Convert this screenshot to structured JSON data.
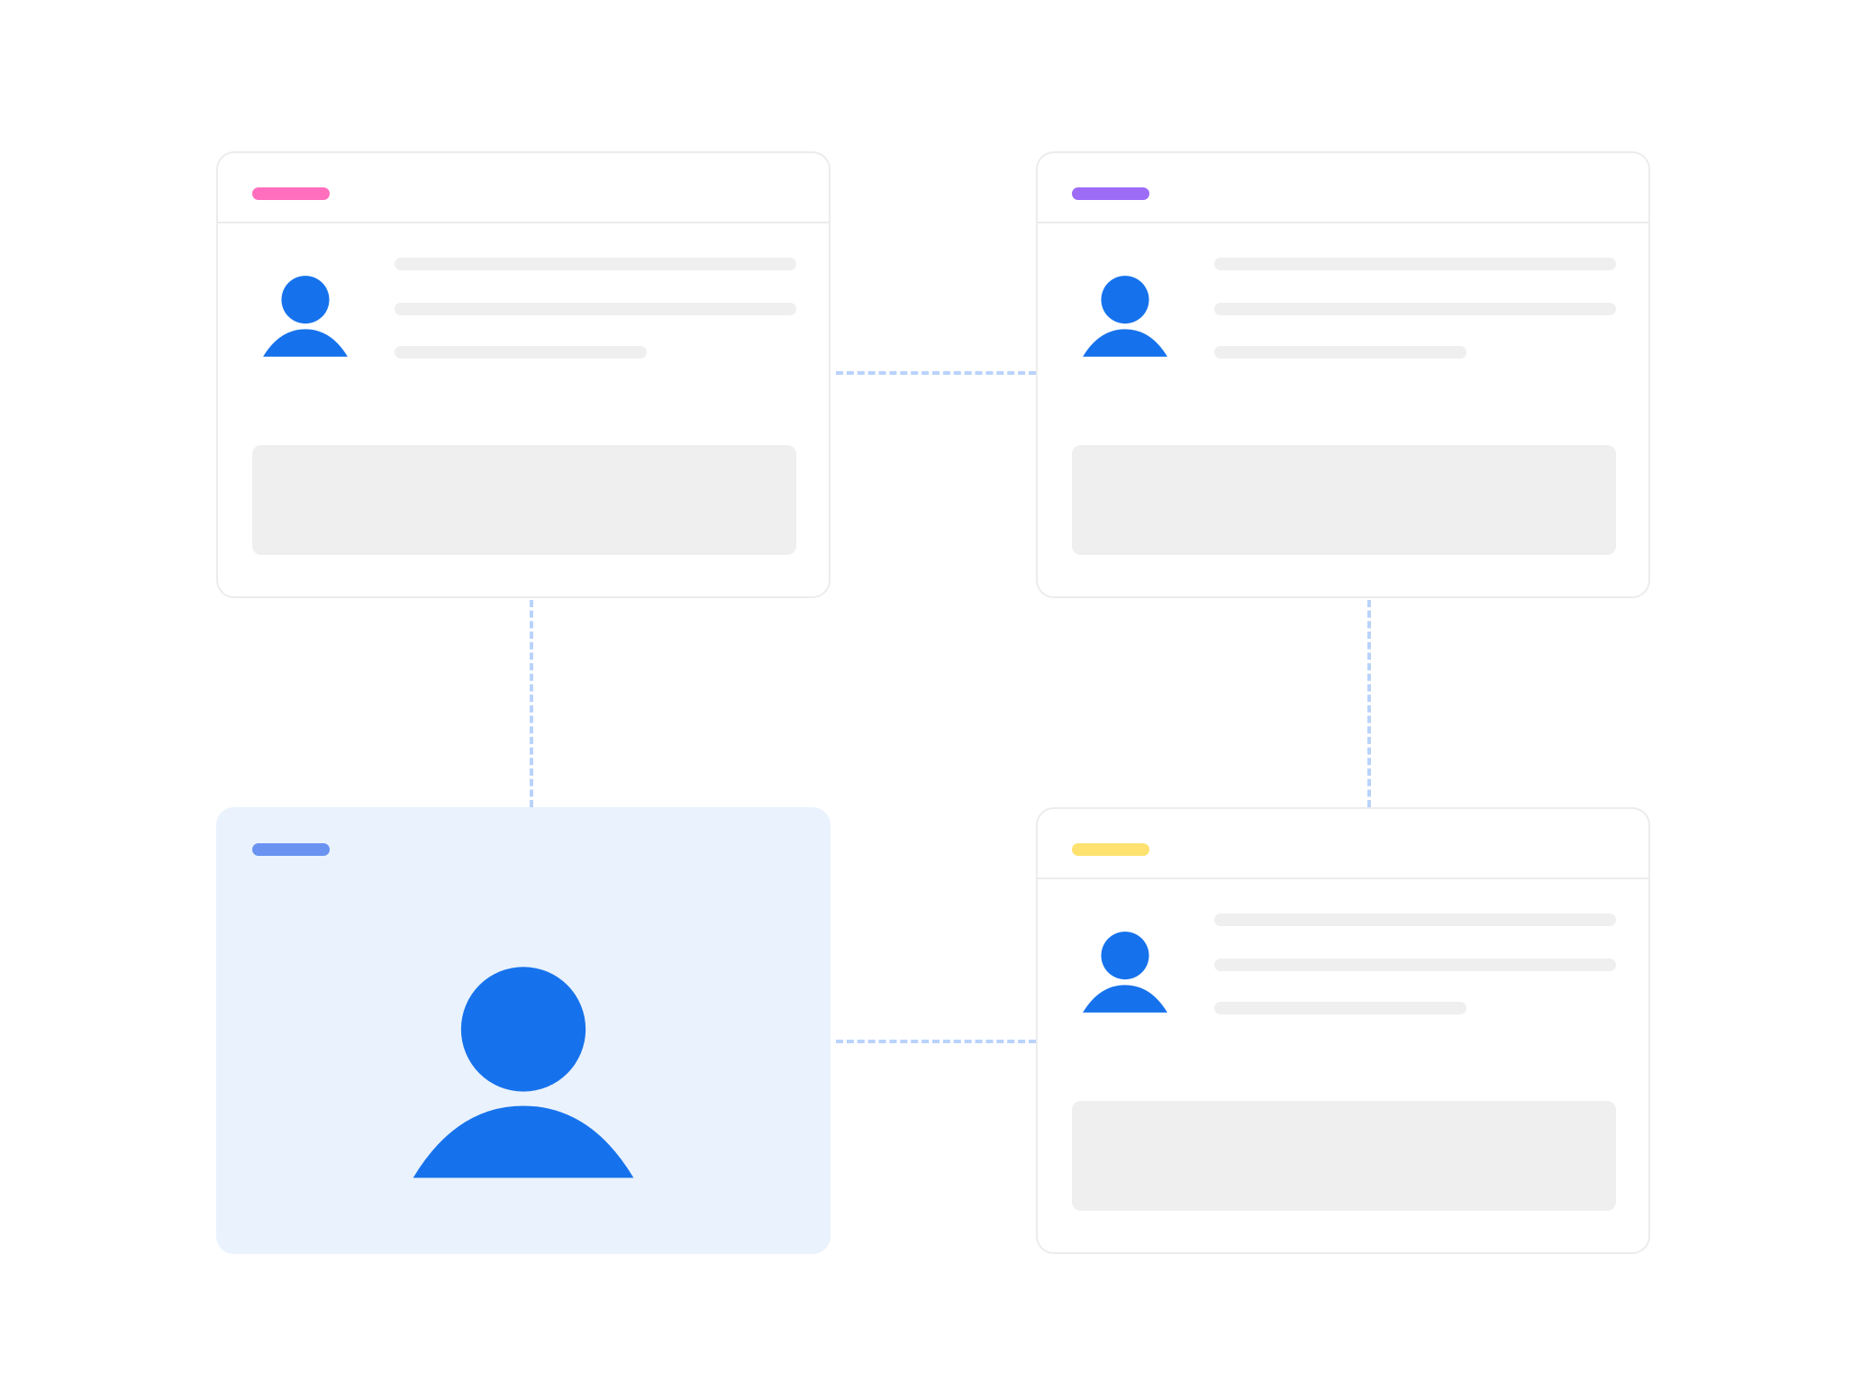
{
  "colors": {
    "avatar": "#1672ec",
    "connector": "#b9d3fb",
    "card_border": "#ececec",
    "placeholder": "#efefef",
    "highlight_background": "#e9f2fd"
  },
  "connectors": {
    "style": "dashed",
    "links": [
      [
        "profile-card-top-left",
        "profile-card-top-right"
      ],
      [
        "profile-card-top-left",
        "profile-card-selected"
      ],
      [
        "profile-card-top-right",
        "profile-card-bottom-right"
      ],
      [
        "profile-card-selected",
        "profile-card-bottom-right"
      ]
    ]
  },
  "cards": [
    {
      "id": "top-left",
      "tag_color": "#ff6fbd",
      "avatar_icon": "user-icon",
      "selected": false
    },
    {
      "id": "top-right",
      "tag_color": "#9c6cf7",
      "avatar_icon": "user-icon",
      "selected": false
    },
    {
      "id": "bottom-left",
      "tag_color": "#6a93f1",
      "avatar_icon": "user-icon",
      "selected": true
    },
    {
      "id": "bottom-right",
      "tag_color": "#fde270",
      "avatar_icon": "user-icon",
      "selected": false
    }
  ]
}
